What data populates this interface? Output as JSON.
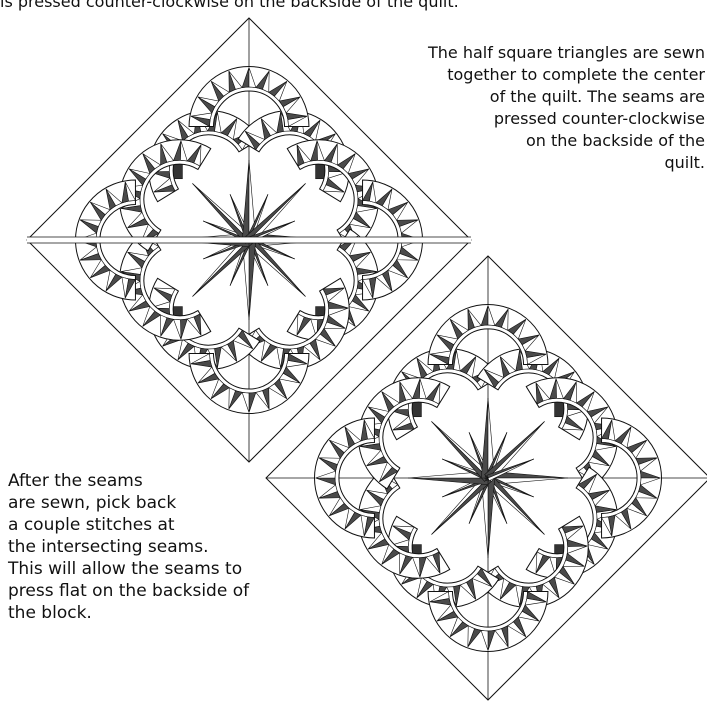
{
  "top_caption": "is pressed counter-clockwise on the backside of the quilt.",
  "right_note_lines": [
    "The half square triangles are sewn",
    "together to complete the center",
    "of the quilt. The seams are",
    "pressed counter-clockwise",
    "on the backside of the",
    "quilt."
  ],
  "left_note_lines": [
    "After the seams",
    "are sewn, pick back",
    "a couple stitches at",
    "the intersecting seams.",
    "This will allow the seams to",
    "press flat on the backside of",
    "the block."
  ],
  "colors": {
    "spike": "#4a4a4a",
    "line": "#111111"
  },
  "figures": [
    {
      "kind": "split-quilt-block",
      "description_only": false
    },
    {
      "kind": "quilt-block"
    }
  ]
}
